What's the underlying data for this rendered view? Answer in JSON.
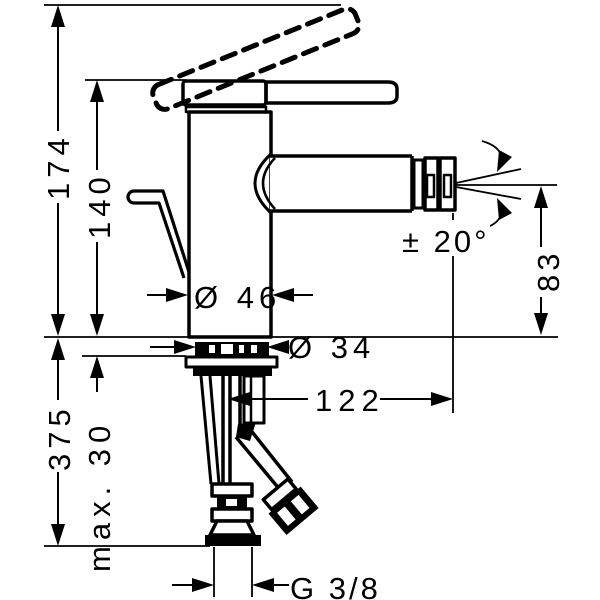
{
  "drawing": {
    "kind": "technical-dimension-drawing",
    "labels": {
      "total_height": "174",
      "body_height": "140",
      "below_counter_depth": "375",
      "max_mounting_thickness": "max. 30",
      "body_diameter": "Ø 46",
      "shank_diameter": "Ø 34",
      "spout_reach": "122",
      "outlet_height": "83",
      "spray_angle": "± 20°",
      "connection_thread": "G 3/8"
    },
    "colors": {
      "line": "#000000",
      "background": "#ffffff"
    }
  }
}
